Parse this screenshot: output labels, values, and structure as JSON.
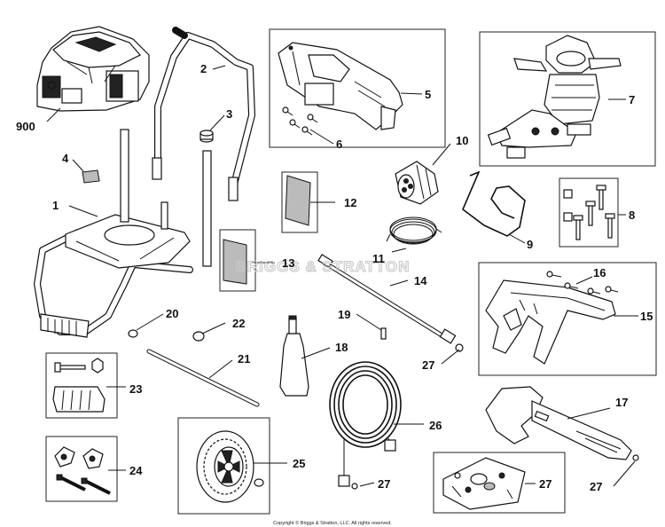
{
  "diagram": {
    "callouts": [
      {
        "id": "900",
        "label": "900"
      },
      {
        "id": "1",
        "label": "1"
      },
      {
        "id": "2",
        "label": "2"
      },
      {
        "id": "3",
        "label": "3"
      },
      {
        "id": "4",
        "label": "4"
      },
      {
        "id": "5",
        "label": "5"
      },
      {
        "id": "6",
        "label": "6"
      },
      {
        "id": "7",
        "label": "7"
      },
      {
        "id": "8",
        "label": "8"
      },
      {
        "id": "9",
        "label": "9"
      },
      {
        "id": "10",
        "label": "10"
      },
      {
        "id": "11",
        "label": "11"
      },
      {
        "id": "12",
        "label": "12"
      },
      {
        "id": "13",
        "label": "13"
      },
      {
        "id": "14",
        "label": "14"
      },
      {
        "id": "15",
        "label": "15"
      },
      {
        "id": "16",
        "label": "16"
      },
      {
        "id": "17",
        "label": "17"
      },
      {
        "id": "18",
        "label": "18"
      },
      {
        "id": "19",
        "label": "19"
      },
      {
        "id": "20",
        "label": "20"
      },
      {
        "id": "21",
        "label": "21"
      },
      {
        "id": "22",
        "label": "22"
      },
      {
        "id": "23",
        "label": "23"
      },
      {
        "id": "24",
        "label": "24"
      },
      {
        "id": "25",
        "label": "25"
      },
      {
        "id": "26",
        "label": "26"
      },
      {
        "id": "27a",
        "label": "27"
      },
      {
        "id": "27b",
        "label": "27"
      },
      {
        "id": "27c",
        "label": "27"
      },
      {
        "id": "27d",
        "label": "27"
      }
    ],
    "watermark": "BRIGGS & STRATTON",
    "copyright": "Copyright © Briggs & Stratton, LLC. All rights reserved."
  }
}
